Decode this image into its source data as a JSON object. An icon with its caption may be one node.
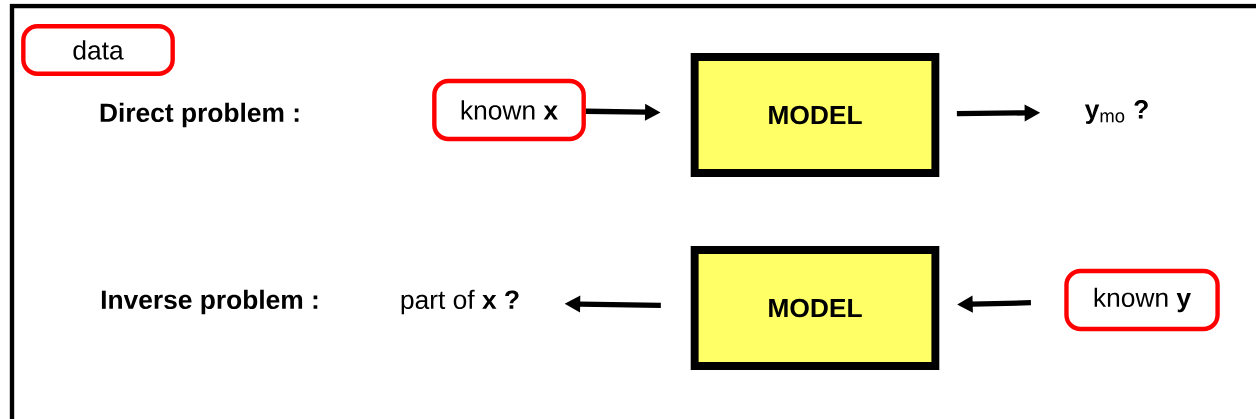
{
  "diagram": {
    "nodes": [
      {
        "text": [
          "data"
        ]
      },
      {
        "text": [
          "known **x**"
        ]
      },
      {
        "text": [
          "MODEL"
        ]
      },
      {
        "text": [
          "**y**$_{mo}$ **?**"
        ]
      },
      {
        "text": [
          "part of  **x ?**"
        ]
      },
      {
        "text": [
          "MODEL"
        ]
      },
      {
        "text": [
          "known **y**"
        ]
      }
    ],
    "edges": [
      {
        "from": 1,
        "to": 2,
        "arrow": "to"
      },
      {
        "from": 2,
        "to": 3,
        "arrow": "to"
      },
      {
        "from": 5,
        "to": 4,
        "arrow": "to"
      },
      {
        "from": 6,
        "to": 5,
        "arrow": "to"
      }
    ],
    "labels": [
      "Direct problem :",
      "Inverse problem :"
    ]
  }
}
